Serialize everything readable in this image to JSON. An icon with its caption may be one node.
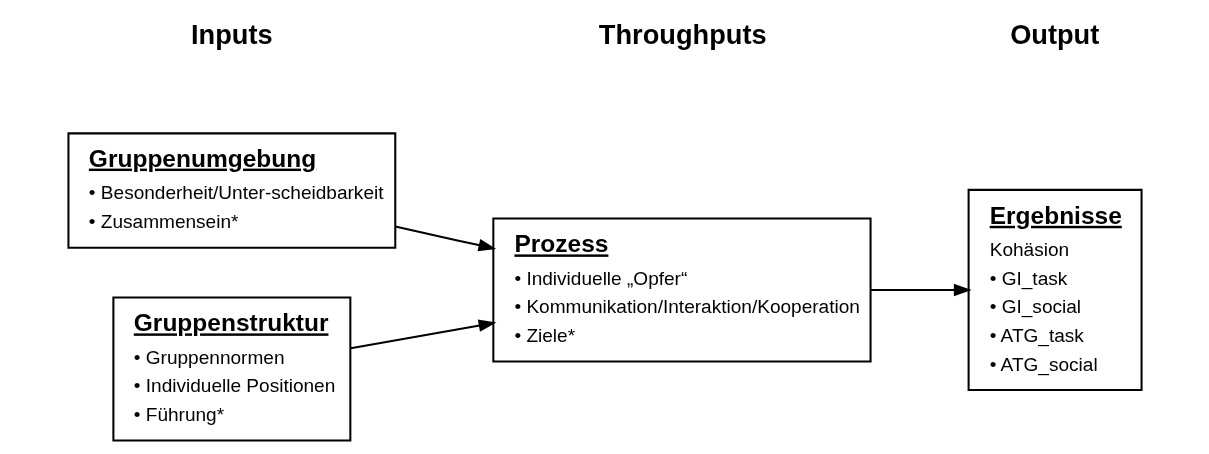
{
  "diagram": {
    "nodes": [
      {
        "text": [
          "Gruppenumgebung",
          "• Besonderheit/Unter-scheidbarkeit",
          "• Zusammensein*"
        ]
      },
      {
        "text": [
          "Gruppenstruktur",
          "• Gruppennormen",
          "• Individuelle Positionen",
          "• Führung*"
        ]
      },
      {
        "text": [
          "Prozess",
          "• Individuelle „Opfer“",
          "• Kommunikation/Interaktion/Kooperation",
          "• Ziele*"
        ]
      },
      {
        "text": [
          "Ergebnisse",
          "Kohäsion",
          "• GI_task",
          "• GI_social",
          "• ATG_task",
          "• ATG_social"
        ]
      }
    ],
    "edges": [
      {
        "from": 0,
        "to": 2,
        "arrow": "to"
      },
      {
        "from": 1,
        "to": 2,
        "arrow": "to"
      },
      {
        "from": 2,
        "to": 3,
        "arrow": "to"
      }
    ],
    "labels": [
      "Inputs",
      "Throughputs",
      "Output"
    ]
  }
}
